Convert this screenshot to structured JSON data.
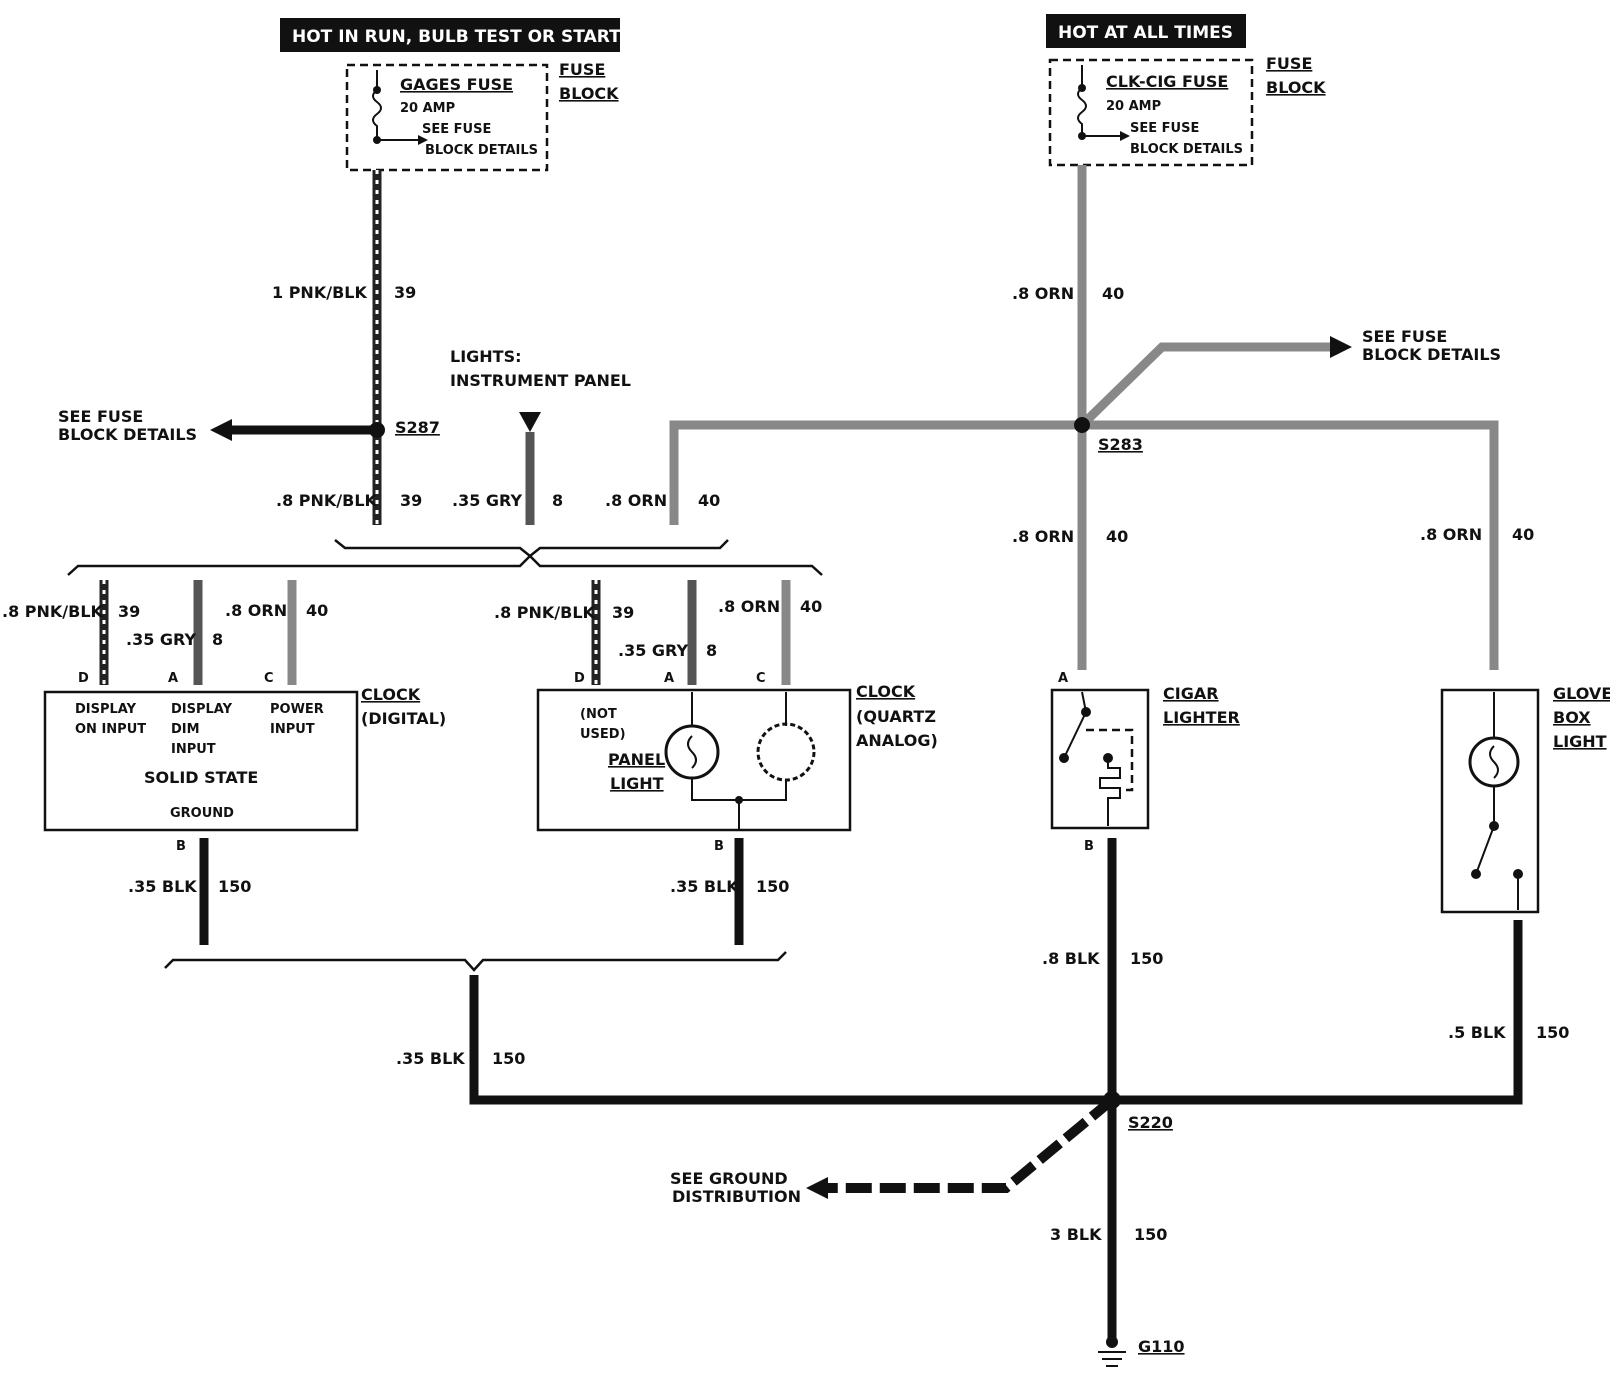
{
  "headers": {
    "left": "HOT IN RUN,   BULB TEST OR START",
    "right": "HOT AT ALL TIMES"
  },
  "fuses": {
    "gages": {
      "name": "GAGES FUSE",
      "rating": "20  AMP",
      "see1": "SEE FUSE",
      "see2": "BLOCK DETAILS"
    },
    "clkcig": {
      "name": "CLK-CIG FUSE",
      "rating": "20  AMP",
      "see1": "SEE FUSE",
      "see2": "BLOCK DETAILS"
    },
    "block1": "FUSE",
    "block2": "BLOCK"
  },
  "splices": {
    "s287": "S287",
    "s283": "S283",
    "s220": "S220",
    "g110": "G110"
  },
  "refs": {
    "fuse_left_1": "SEE FUSE",
    "fuse_left_2": "BLOCK DETAILS",
    "fuse_right_1": "SEE FUSE",
    "fuse_right_2": "BLOCK DETAILS",
    "ground_1": "SEE GROUND",
    "ground_2": "DISTRIBUTION",
    "lights_1": "LIGHTS:",
    "lights_2": "INSTRUMENT PANEL"
  },
  "wires": {
    "pnk1": "1 PNK/BLK",
    "n39": "39",
    "pnk08": ".8 PNK/BLK",
    "gry035": ".35 GRY",
    "n8": "8",
    "orn08": ".8 ORN",
    "n40": "40",
    "blk035": ".35 BLK",
    "n150": "150",
    "blk08": ".8 BLK",
    "blk05": ".5 BLK",
    "blk3": "3 BLK"
  },
  "pins": {
    "a": "A",
    "b": "B",
    "c": "C",
    "d": "D"
  },
  "clock_digital": {
    "title1": "CLOCK",
    "title2": "(DIGITAL)",
    "p1a": "DISPLAY",
    "p1b": "ON INPUT",
    "p2a": "DISPLAY",
    "p2b": "DIM",
    "p2c": "INPUT",
    "p3a": "POWER",
    "p3b": "INPUT",
    "solid": "SOLID STATE",
    "ground": "GROUND"
  },
  "clock_analog": {
    "title1": "CLOCK",
    "title2": "(QUARTZ",
    "title3": "ANALOG)",
    "notused1": "(NOT",
    "notused2": "USED)",
    "panel1": "PANEL",
    "panel2": "LIGHT"
  },
  "cigar": {
    "t1": "CIGAR",
    "t2": "LIGHTER"
  },
  "glove": {
    "t1": "GLOVE",
    "t2": "BOX",
    "t3": "LIGHT"
  }
}
